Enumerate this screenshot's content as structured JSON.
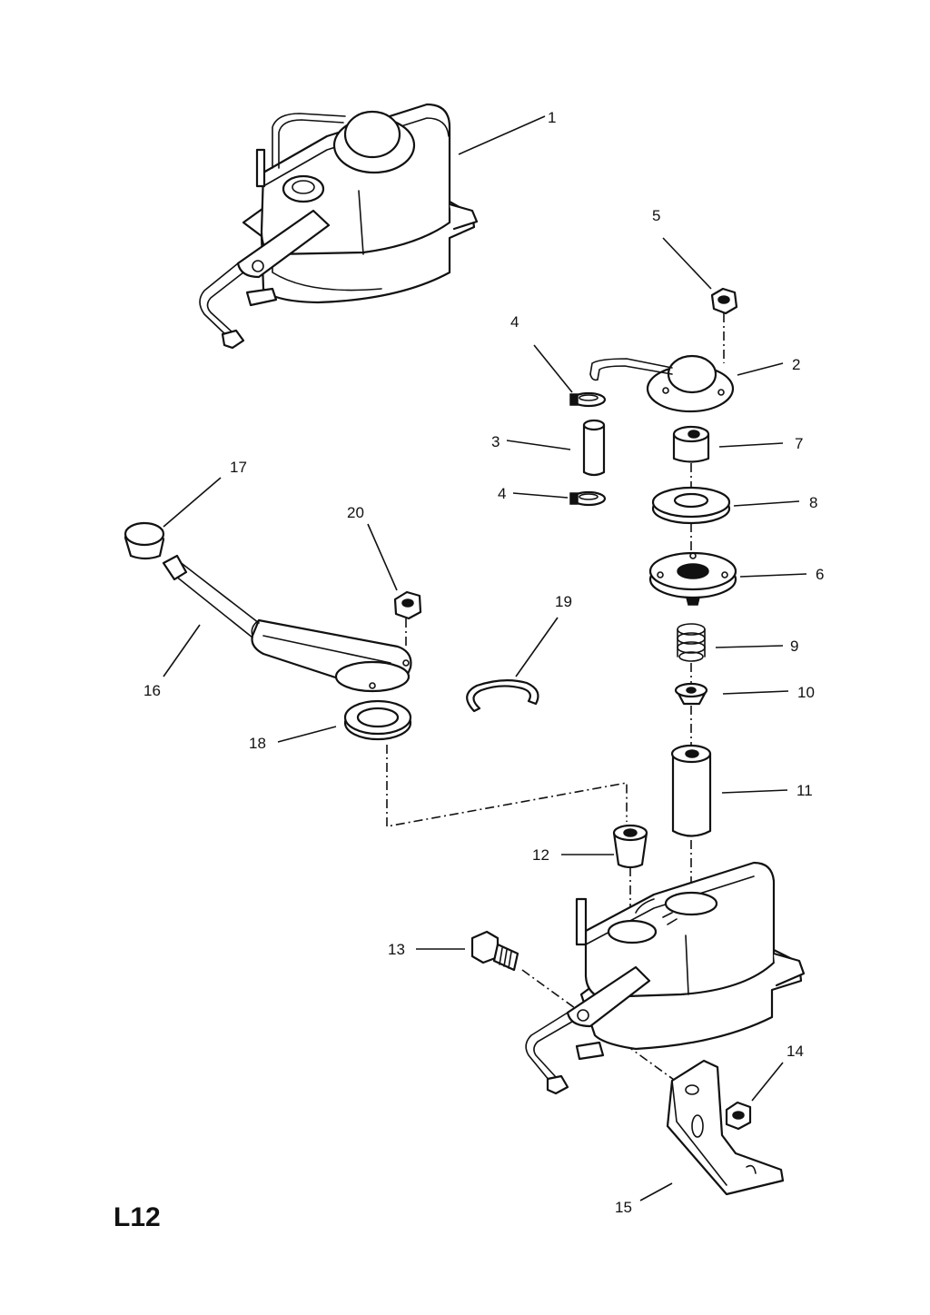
{
  "page_code": "L12",
  "callouts": [
    {
      "id": "1",
      "text": "1"
    },
    {
      "id": "2",
      "text": "2"
    },
    {
      "id": "3",
      "text": "3"
    },
    {
      "id": "4a",
      "text": "4"
    },
    {
      "id": "4b",
      "text": "4"
    },
    {
      "id": "5",
      "text": "5"
    },
    {
      "id": "6",
      "text": "6"
    },
    {
      "id": "7",
      "text": "7"
    },
    {
      "id": "8",
      "text": "8"
    },
    {
      "id": "9",
      "text": "9"
    },
    {
      "id": "10",
      "text": "10"
    },
    {
      "id": "11",
      "text": "11"
    },
    {
      "id": "12",
      "text": "12"
    },
    {
      "id": "13",
      "text": "13"
    },
    {
      "id": "14",
      "text": "14"
    },
    {
      "id": "15",
      "text": "15"
    },
    {
      "id": "16",
      "text": "16"
    },
    {
      "id": "17",
      "text": "17"
    },
    {
      "id": "18",
      "text": "18"
    },
    {
      "id": "19",
      "text": "19"
    },
    {
      "id": "20",
      "text": "20"
    }
  ]
}
